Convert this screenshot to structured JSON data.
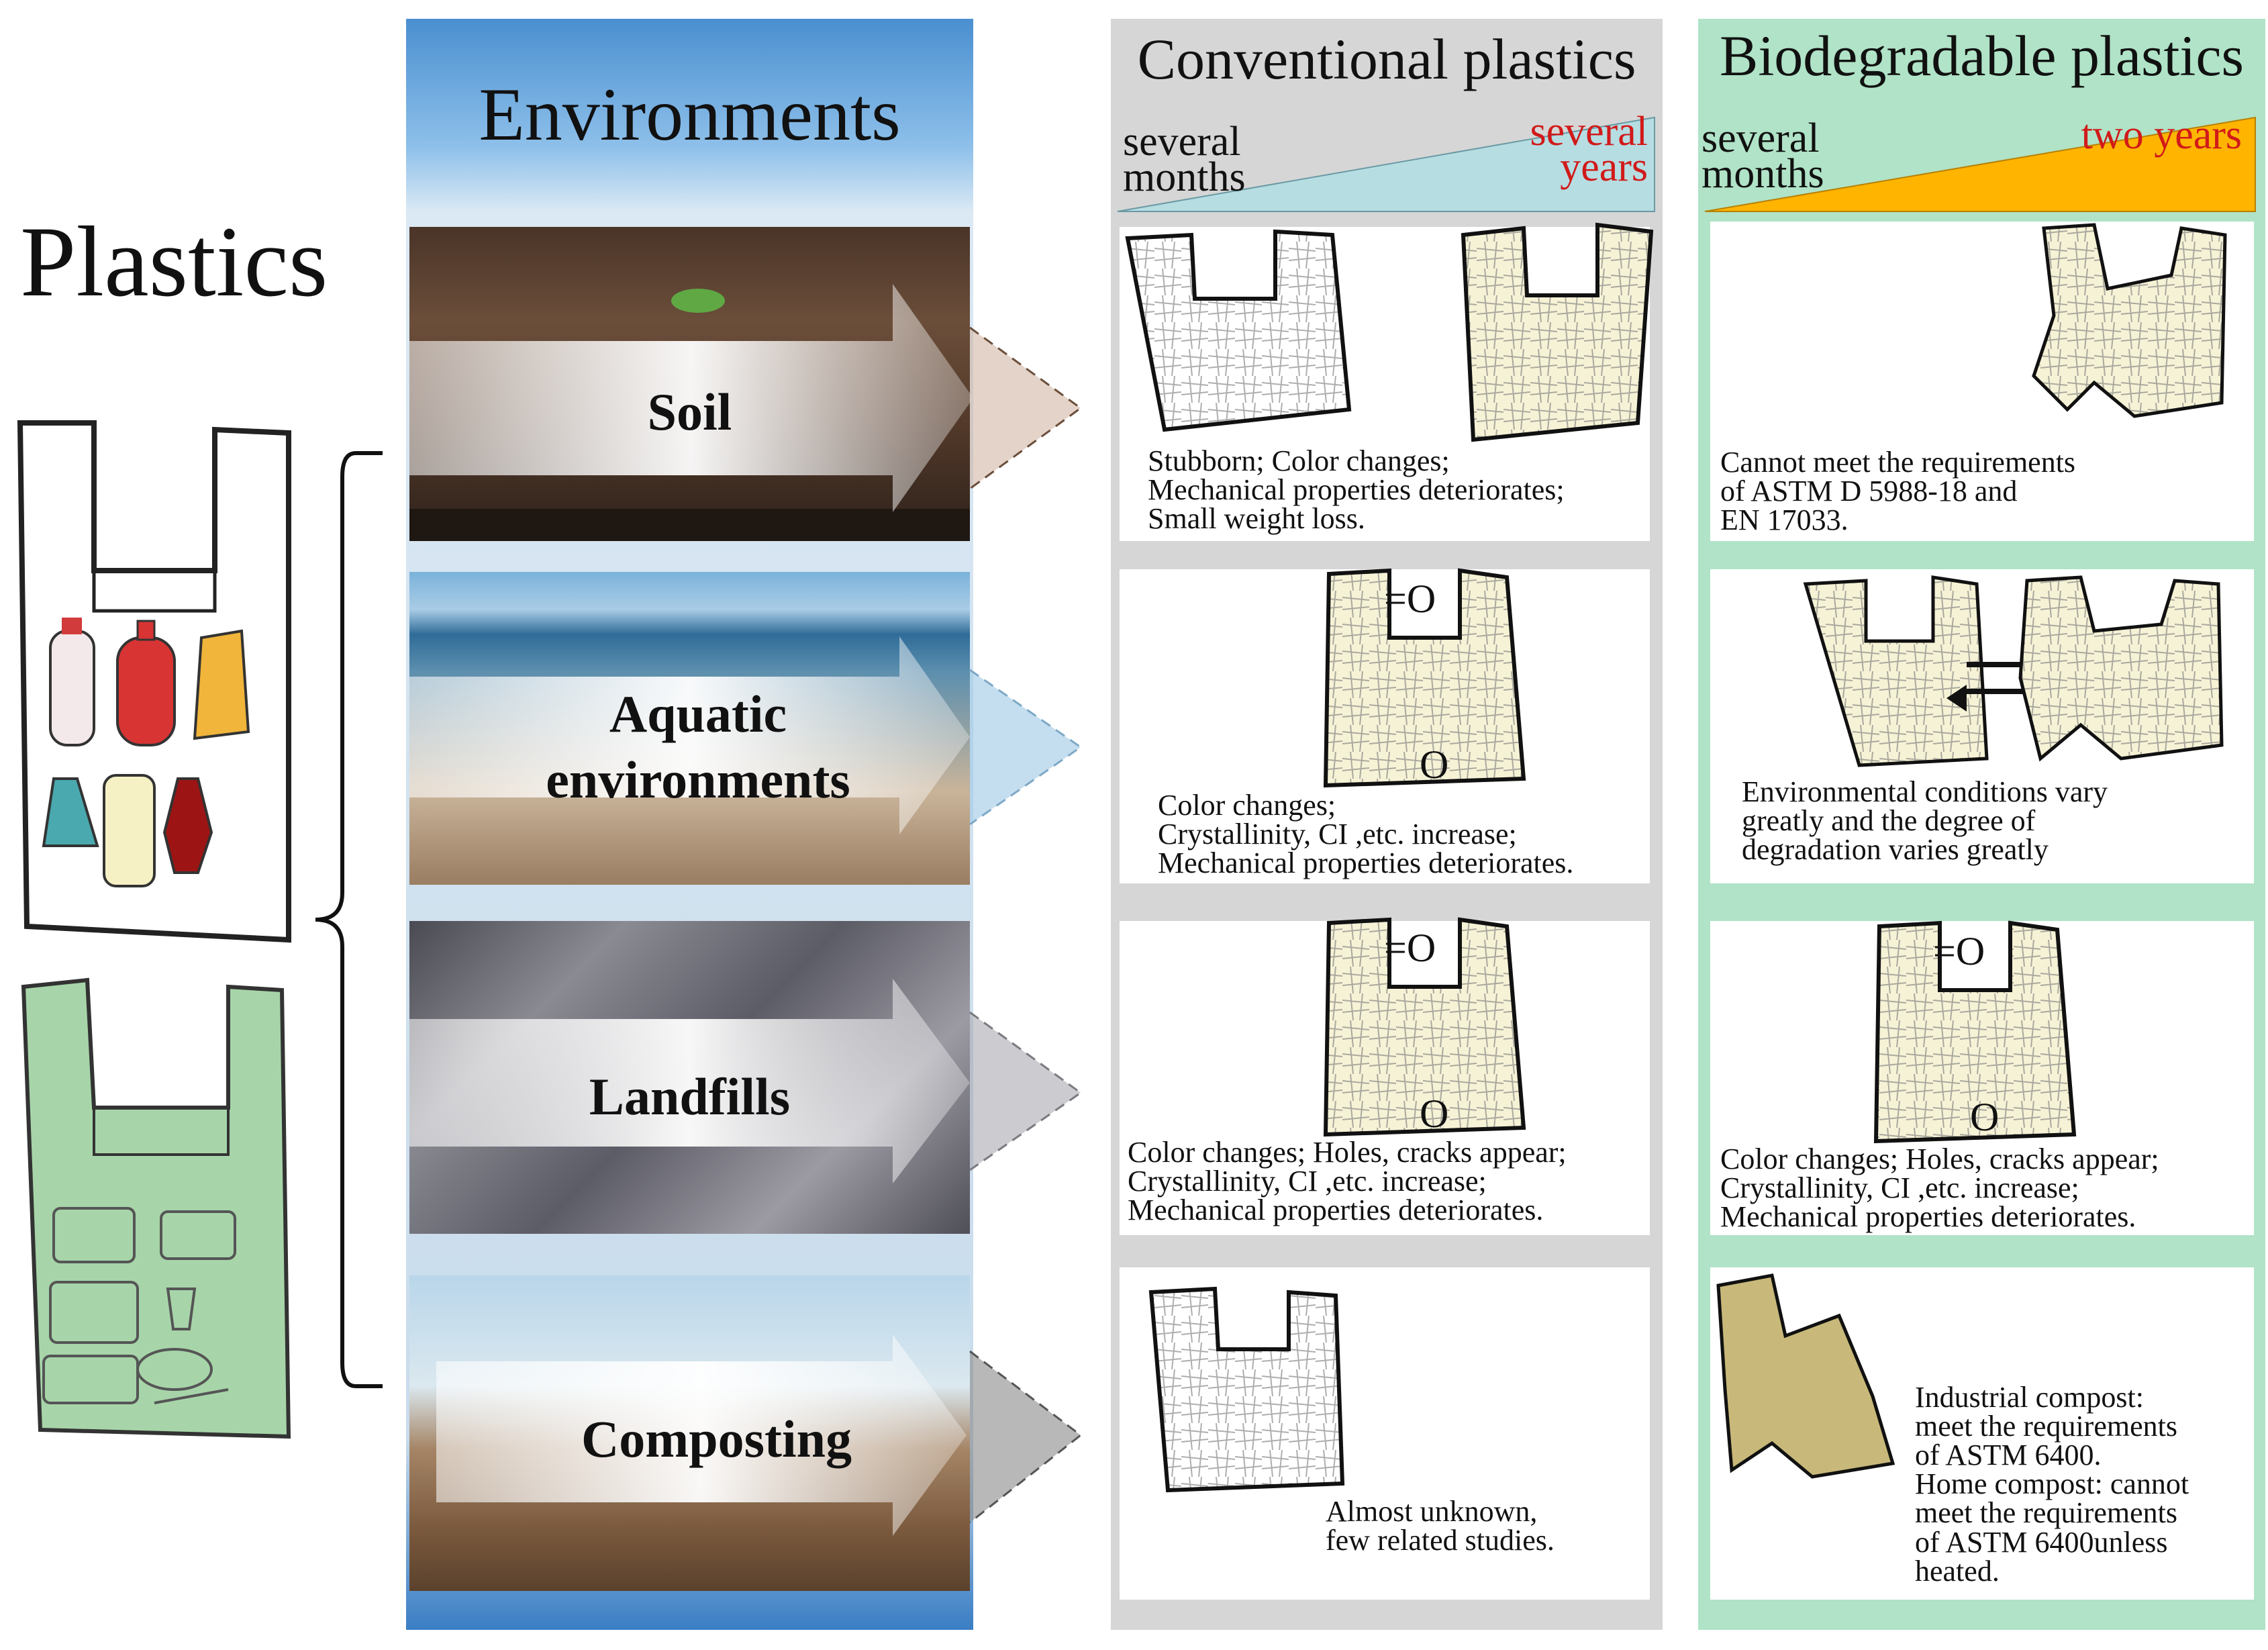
{
  "plastics_title": "Plastics",
  "environments": {
    "title": "Environments",
    "items": [
      {
        "label": "Soil"
      },
      {
        "label": "Aquatic environments"
      },
      {
        "label": "Landfills"
      },
      {
        "label": "Composting"
      }
    ]
  },
  "conventional": {
    "title": "Conventional plastics",
    "time_start": "several months",
    "time_end": "several years",
    "time_color": "#b6dde2",
    "panels": [
      {
        "text": "Stubborn; Color changes;\nMechanical properties deteriorates;\nSmall weight loss."
      },
      {
        "text": "Color changes;\nCrystallinity, CI ,etc. increase;\nMechanical properties deteriorates."
      },
      {
        "text": "Color changes; Holes, cracks appear;\nCrystallinity, CI ,etc. increase;\nMechanical properties deteriorates."
      },
      {
        "text": "Almost unknown,\nfew related studies."
      }
    ]
  },
  "biodegradable": {
    "title": "Biodegradable plastics",
    "time_start": "several months",
    "time_end": "two years",
    "time_color": "#ffb400",
    "panels": [
      {
        "text": "Cannot meet the requirements\nof ASTM D 5988-18 and\nEN 17033."
      },
      {
        "text": "Environmental conditions vary\ngreatly and the degree of\ndegradation varies greatly"
      },
      {
        "text": "Color changes; Holes, cracks appear;\nCrystallinity, CI ,etc. increase;\nMechanical properties deteriorates."
      },
      {
        "text": "Industrial compost:\nmeet the requirements\nof ASTM 6400.\nHome compost: cannot\nmeet the requirements\nof ASTM 6400unless\nheated."
      }
    ]
  },
  "bag_marks": {
    "o_label": "O",
    "dash_o_label": "=O"
  },
  "colors": {
    "conventional_bg": "#d6d6d6",
    "biodegradable_bg": "#b0e3c7",
    "red_text": "#d11a1a"
  }
}
